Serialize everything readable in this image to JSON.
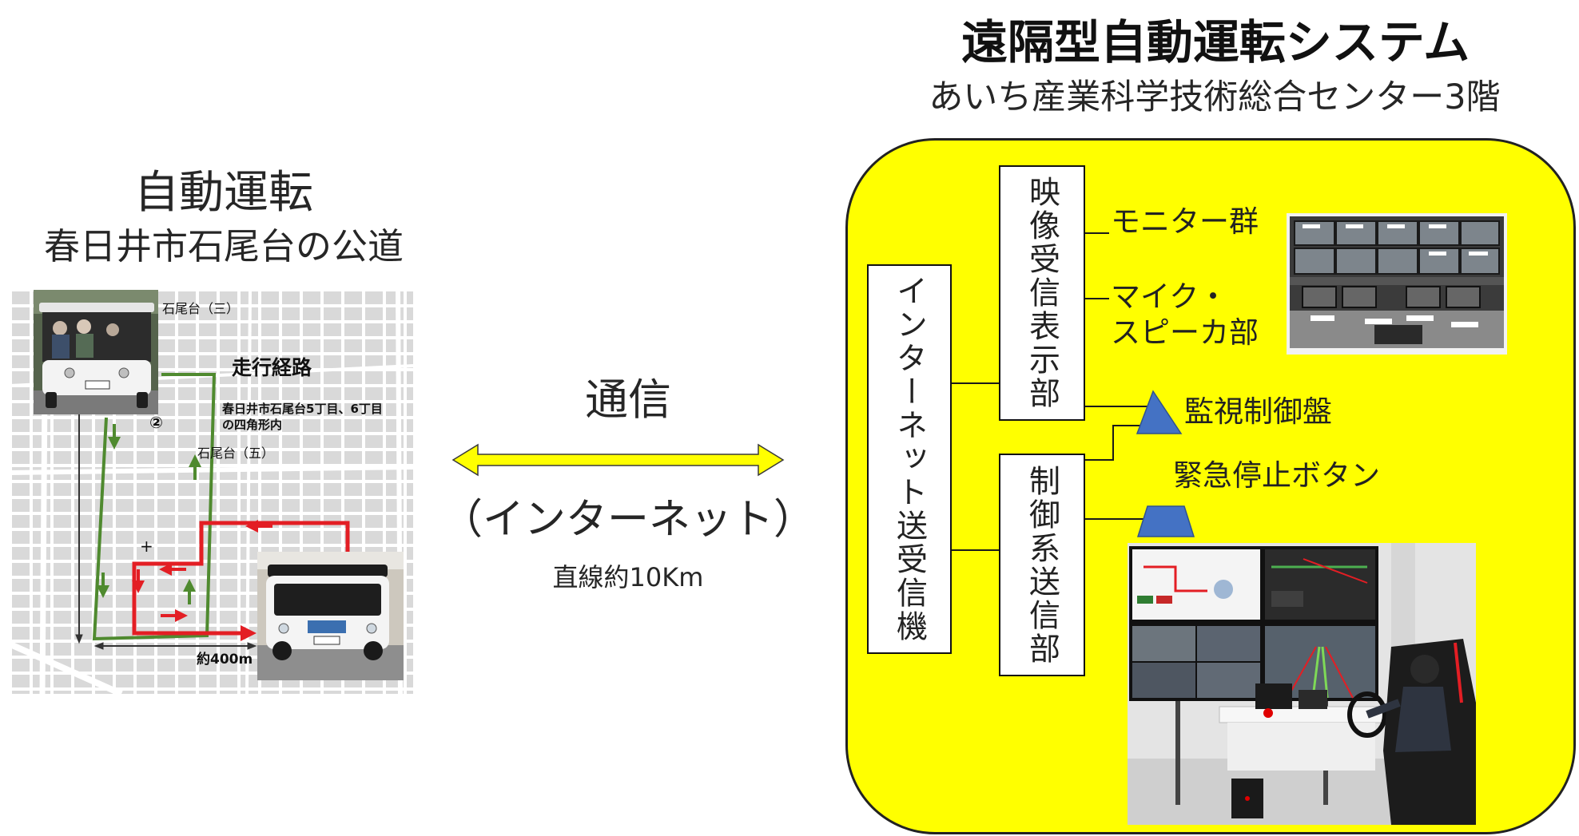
{
  "colors": {
    "panel_yellow": "#ffff00",
    "shape_blue": "#4472c4",
    "route_green": "#4f8a2f",
    "route_red": "#e31e24",
    "arrow_yellow": "#ffff00"
  },
  "vehicle_site": {
    "title": "自動運転",
    "location": "春日井市石尾台の公道",
    "map": {
      "district_upper": "石尾台（三）",
      "district_lower": "石尾台（五）",
      "route_heading": "走行経路",
      "route_area_line1": "春日井市石尾台5丁目、6丁目",
      "route_area_line2": "の四角形内",
      "point_marker": "②",
      "cross_mark": "+",
      "distance": "約400m"
    }
  },
  "link": {
    "label": "通信",
    "medium": "（インターネット）",
    "distance": "直線約10Km"
  },
  "remote_system": {
    "title": "遠隔型自動運転システム",
    "location": "あいち産業科学技術総合センター3階",
    "internet_unit": "インターネット送受信機",
    "video_unit": "映像受信表示部",
    "control_unit": "制御系送信部",
    "monitors": "モニター群",
    "audio_line1": "マイク・",
    "audio_line2": "スピーカ部",
    "control_panel": "監視制御盤",
    "emergency_stop": "緊急停止ボタン"
  }
}
